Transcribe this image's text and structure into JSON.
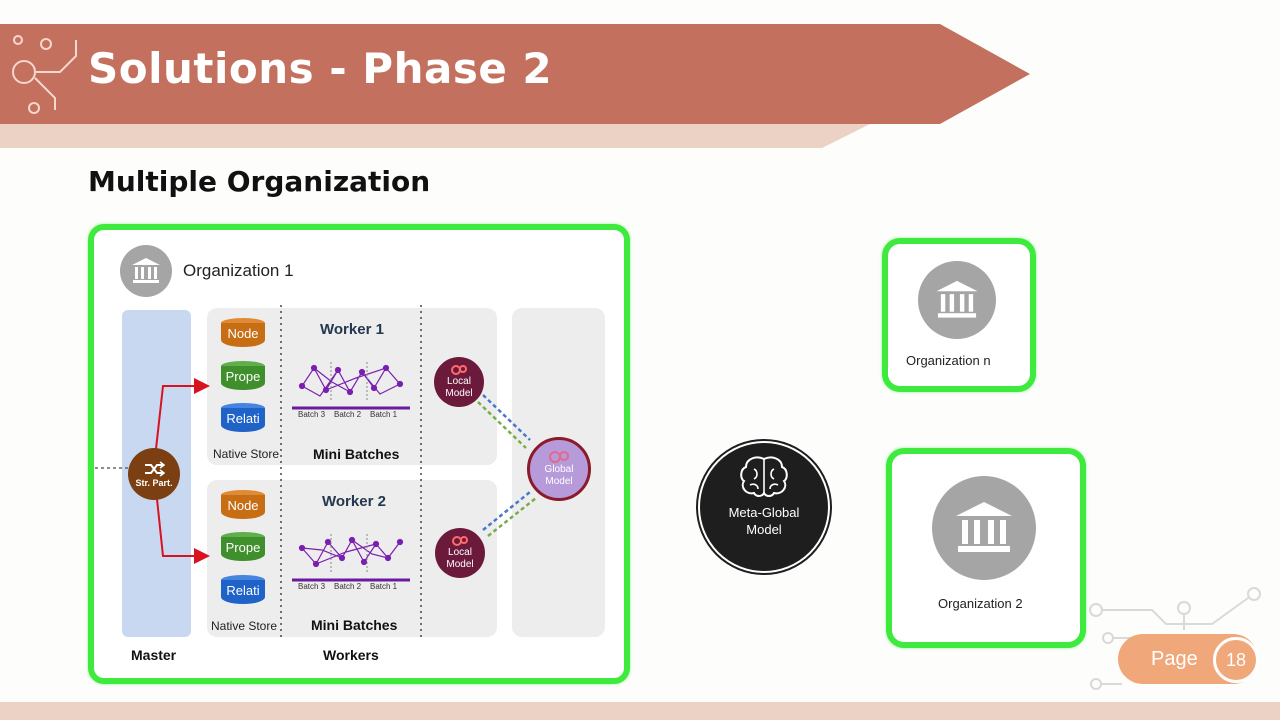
{
  "header": {
    "title": "Solutions - Phase 2",
    "subtitle": "Multiple Organization"
  },
  "org1": {
    "label": "Organization 1",
    "master": {
      "label": "Master",
      "node_label": "Str. Part."
    },
    "workers_label": "Workers",
    "workers": [
      {
        "title": "Worker 1",
        "stores": [
          "Node",
          "Prope",
          "Relati"
        ],
        "store_caption": "Native Store",
        "batches": [
          "Batch 3",
          "Batch 2",
          "Batch 1"
        ],
        "batches_caption": "Mini Batches",
        "local_model": "Local Model"
      },
      {
        "title": "Worker 2",
        "stores": [
          "Node",
          "Prope",
          "Relati"
        ],
        "store_caption": "Native Store",
        "batches": [
          "Batch 3",
          "Batch 2",
          "Batch 1"
        ],
        "batches_caption": "Mini Batches",
        "local_model": "Local Model"
      }
    ],
    "global_model": "Global Model"
  },
  "meta_global": "Meta-Global Model",
  "org_n": {
    "label": "Organization n"
  },
  "org2": {
    "label": "Organization 2"
  },
  "page": {
    "label": "Page",
    "number": "18"
  },
  "colors": {
    "banner": "#c4705f",
    "banner_accent": "#ecd2c5",
    "green_border": "#3eea3e",
    "node_store": "#c76e15",
    "prope_store": "#3f8f2c",
    "relati_store": "#1f63c9",
    "local_model": "#6c1a3c",
    "global_model": "#b79ad9",
    "master_node": "#7b3f12"
  },
  "icons": [
    "bank-icon",
    "brain-icon",
    "shuffle-icon",
    "gears-icon"
  ]
}
